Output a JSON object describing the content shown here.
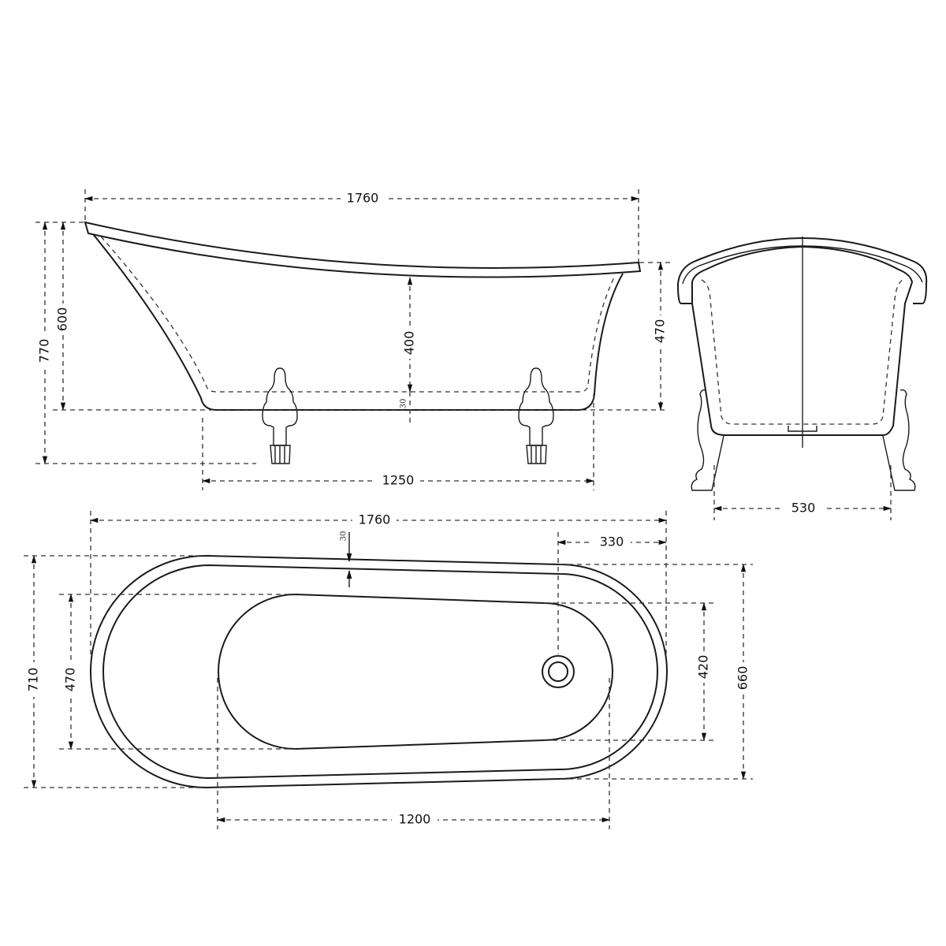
{
  "side_view": {
    "length": "1760",
    "total_height": "770",
    "body_height": "600",
    "inner_depth": "400",
    "base_thickness": "30",
    "end_height": "470",
    "feet_spacing": "1250"
  },
  "end_view": {
    "feet_width": "530"
  },
  "top_view": {
    "length": "1760",
    "drain_offset": "330",
    "rim_thickness": "30",
    "outer_width": "710",
    "basin_width_head": "470",
    "basin_width_foot": "420",
    "foot_end_width": "660",
    "basin_length": "1200"
  },
  "colors": {
    "line": "#1a1a1a",
    "background": "#ffffff"
  }
}
